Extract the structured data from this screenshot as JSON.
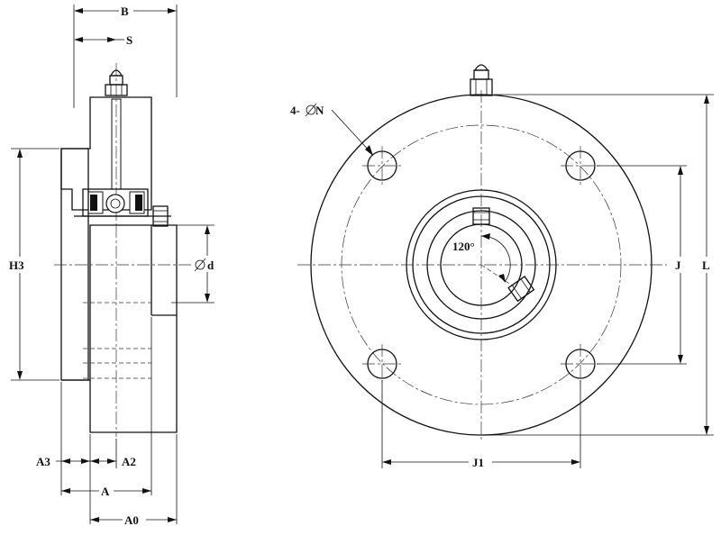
{
  "labels": {
    "B": "B",
    "S": "S",
    "H3": "H3",
    "d": "d",
    "A3": "A3",
    "A2": "A2",
    "A": "A",
    "A0": "A0",
    "N": "4-",
    "N_suffix": " N",
    "angle": "120°",
    "J": "J",
    "L": "L",
    "J1": "J1"
  },
  "icons": {
    "diameter": "diameter-symbol-icon",
    "grease_fitting": "grease-fitting-icon",
    "bearing": "ball-bearing-icon",
    "set_screw": "set-screw-icon"
  }
}
